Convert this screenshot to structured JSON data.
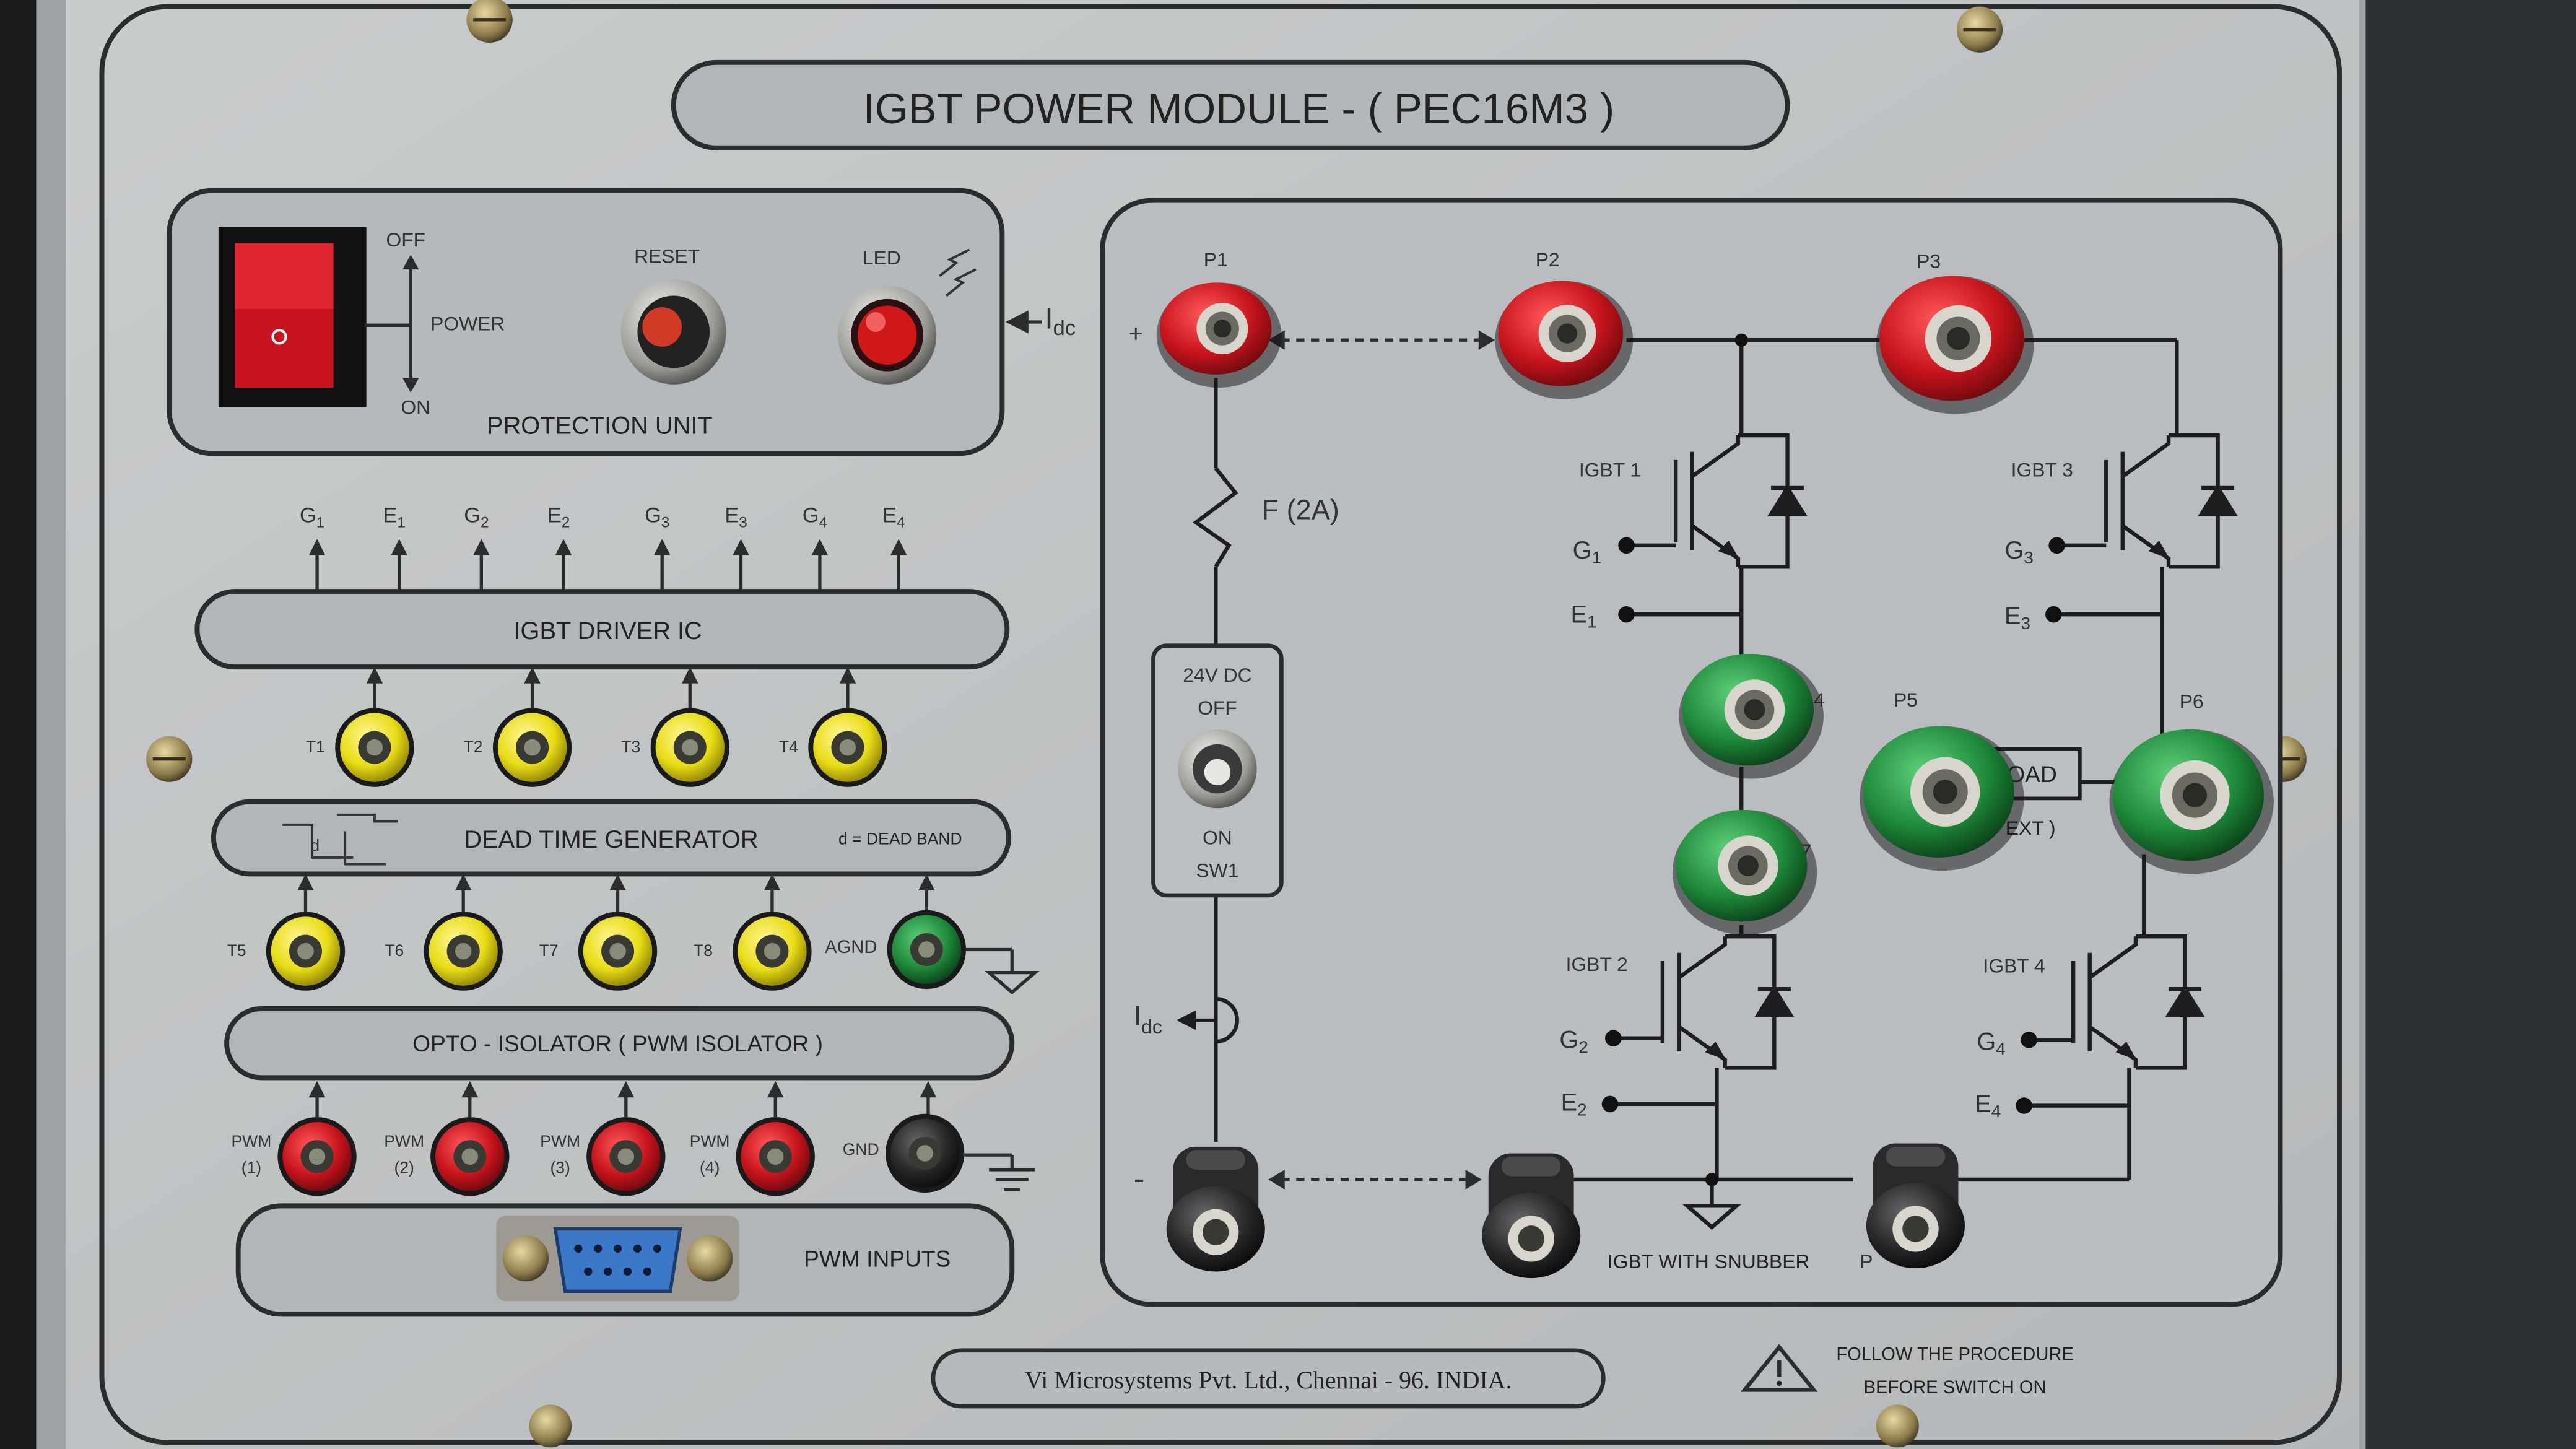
{
  "title": "IGBT  POWER  MODULE  -  ( PEC16M3 )",
  "protection": {
    "label": "PROTECTION  UNIT",
    "off": "OFF",
    "on": "ON",
    "power": "POWER",
    "reset": "RESET",
    "led": "LED",
    "idc": "I",
    "idc_sub": "dc"
  },
  "driver": {
    "label": "IGBT  DRIVER IC",
    "outputs": [
      {
        "base": "G",
        "sub": "1"
      },
      {
        "base": "E",
        "sub": "1"
      },
      {
        "base": "G",
        "sub": "2"
      },
      {
        "base": "E",
        "sub": "2"
      },
      {
        "base": "G",
        "sub": "3"
      },
      {
        "base": "E",
        "sub": "3"
      },
      {
        "base": "G",
        "sub": "4"
      },
      {
        "base": "E",
        "sub": "4"
      }
    ],
    "inputs": [
      "T1",
      "T2",
      "T3",
      "T4"
    ]
  },
  "dead_time": {
    "label": "DEAD TIME GENERATOR",
    "note": "d = DEAD BAND",
    "symbol_d": "d"
  },
  "opto": {
    "label": "OPTO - ISOLATOR  ( PWM ISOLATOR )",
    "inputs": [
      "T5",
      "T6",
      "T7",
      "T8"
    ],
    "agnd": "AGND"
  },
  "pwm": {
    "label": "PWM INPUTS",
    "inputs": [
      {
        "name": "PWM",
        "num": "(1)"
      },
      {
        "name": "PWM",
        "num": "(2)"
      },
      {
        "name": "PWM",
        "num": "(3)"
      },
      {
        "name": "PWM",
        "num": "(4)"
      }
    ],
    "gnd": "GND"
  },
  "circuit": {
    "p1": "P1",
    "p2": "P2",
    "p3": "P3",
    "p5": "P5",
    "p6": "P6",
    "p4_partial": "4",
    "p7_partial": "7",
    "p_partial": "P",
    "plus": "+",
    "minus": "-",
    "fuse": "F (2A)",
    "switch_top": "24V DC",
    "switch_off": "OFF",
    "switch_on": "ON",
    "switch_name": "SW1",
    "idc": "I",
    "idc_sub": "dc",
    "load": "LOAD",
    "load_ext": "EXT )",
    "snubber": "IGBT WITH SNUBBER",
    "igbts": [
      {
        "name": "IGBT 1",
        "g": "G",
        "gs": "1",
        "e": "E",
        "es": "1"
      },
      {
        "name": "IGBT 2",
        "g": "G",
        "gs": "2",
        "e": "E",
        "es": "2"
      },
      {
        "name": "IGBT 3",
        "g": "G",
        "gs": "3",
        "e": "E",
        "es": "3"
      },
      {
        "name": "IGBT 4",
        "g": "G",
        "gs": "4",
        "e": "E",
        "es": "4"
      }
    ]
  },
  "footer": {
    "maker": "Vi Microsystems Pvt. Ltd.,   Chennai - 96. INDIA.",
    "warning_line1": "FOLLOW  THE  PROCEDURE",
    "warning_line2": "BEFORE  SWITCH  ON"
  },
  "colors": {
    "panel": "#c3c6c8",
    "ink": "#2a2c2e",
    "jack_red": "#c8141c",
    "jack_yellow": "#e8dc14",
    "jack_green": "#1e8a3a",
    "jack_black": "#1e1e20"
  }
}
